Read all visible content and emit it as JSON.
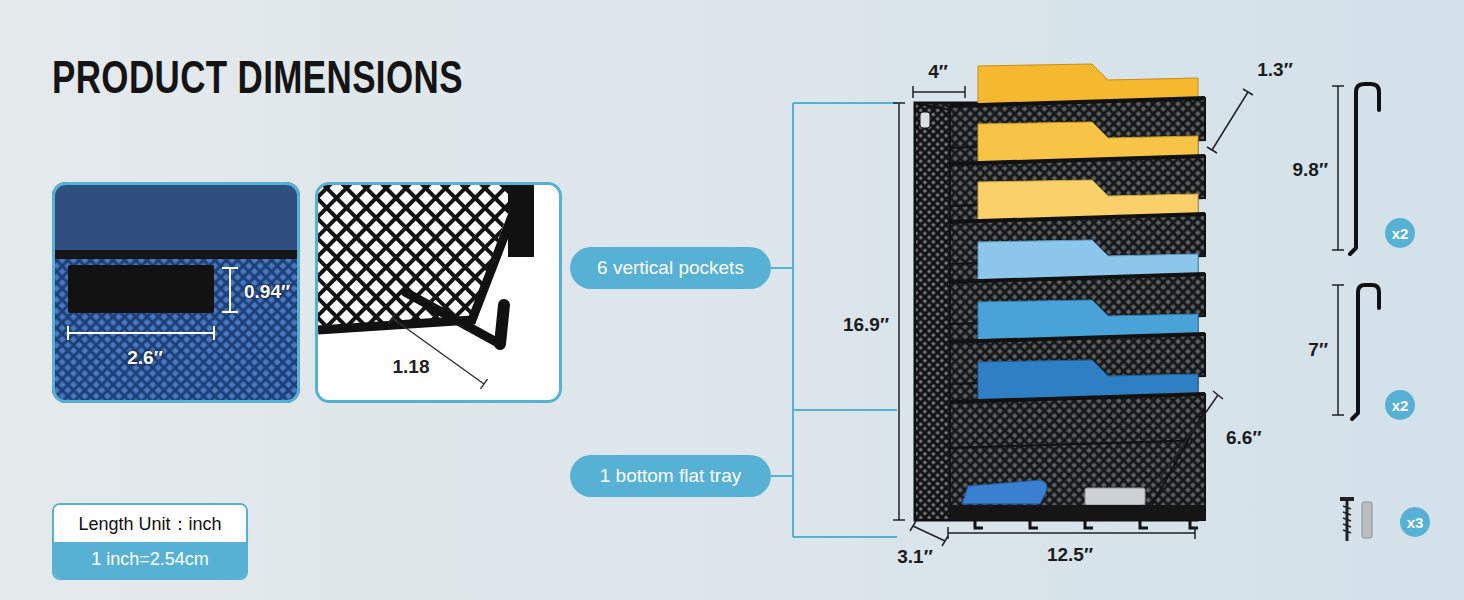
{
  "diagram": {
    "title": "PRODUCT DIMENSIONS",
    "nodes": [
      {
        "text": [
          "0.94″",
          "2.6″"
        ]
      },
      {
        "text": [
          "1.18"
        ]
      },
      {
        "text": [
          "6 vertical pockets"
        ]
      },
      {
        "text": [
          "1 bottom flat tray"
        ]
      },
      {
        "text": [
          "Length Unit：inch",
          "1 inch=2.54cm"
        ]
      },
      {
        "text": [
          "x2"
        ]
      },
      {
        "text": [
          "x2"
        ]
      },
      {
        "text": [
          "x3"
        ]
      }
    ],
    "labels": [
      "4″",
      "1.3″",
      "16.9″",
      "6.6″",
      "3.1″",
      "12.5″",
      "9.8″",
      "7″"
    ]
  }
}
